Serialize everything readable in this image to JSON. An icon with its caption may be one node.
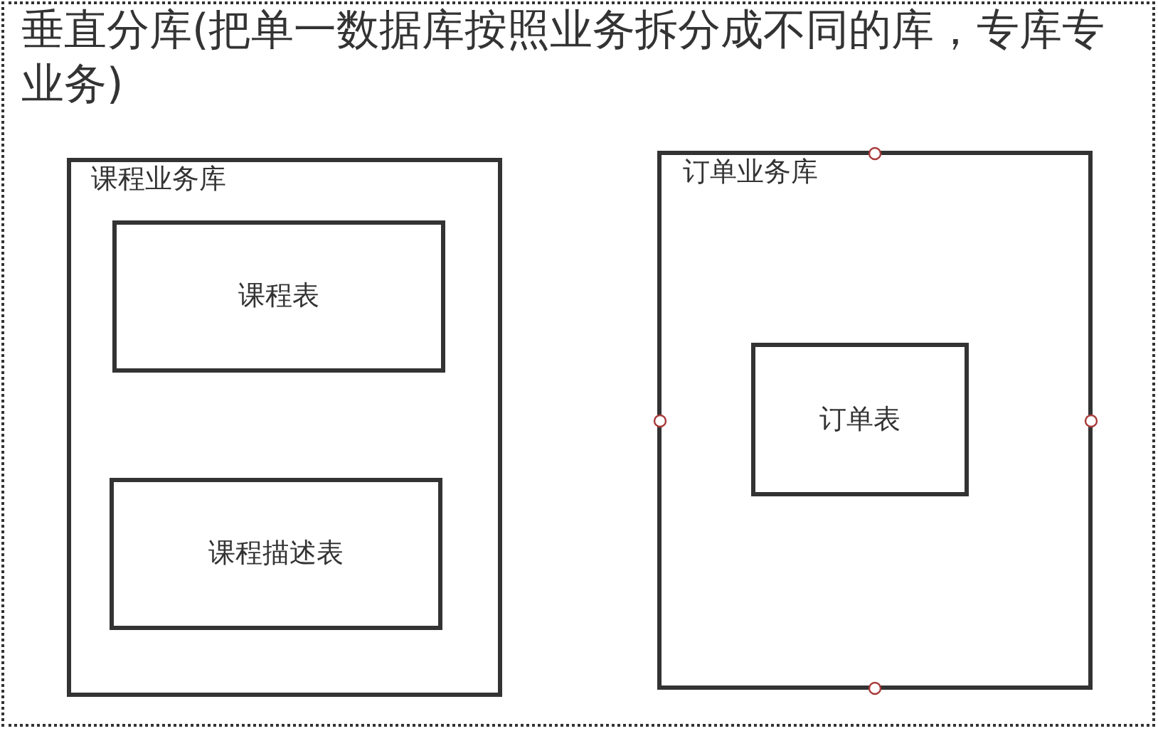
{
  "diagram": {
    "nodes": [
      {
        "text": [
          "垂直分库(把单一数据库按照业务拆分成不同的库，专库专业务)"
        ]
      },
      {
        "text": [
          "课程业务库"
        ],
        "in": 0
      },
      {
        "text": [
          "课程表"
        ],
        "in": 1
      },
      {
        "text": [
          "课程描述表"
        ],
        "in": 1
      },
      {
        "text": [
          "订单业务库"
        ],
        "in": 0
      },
      {
        "text": [
          "订单表"
        ],
        "in": 4
      }
    ]
  }
}
